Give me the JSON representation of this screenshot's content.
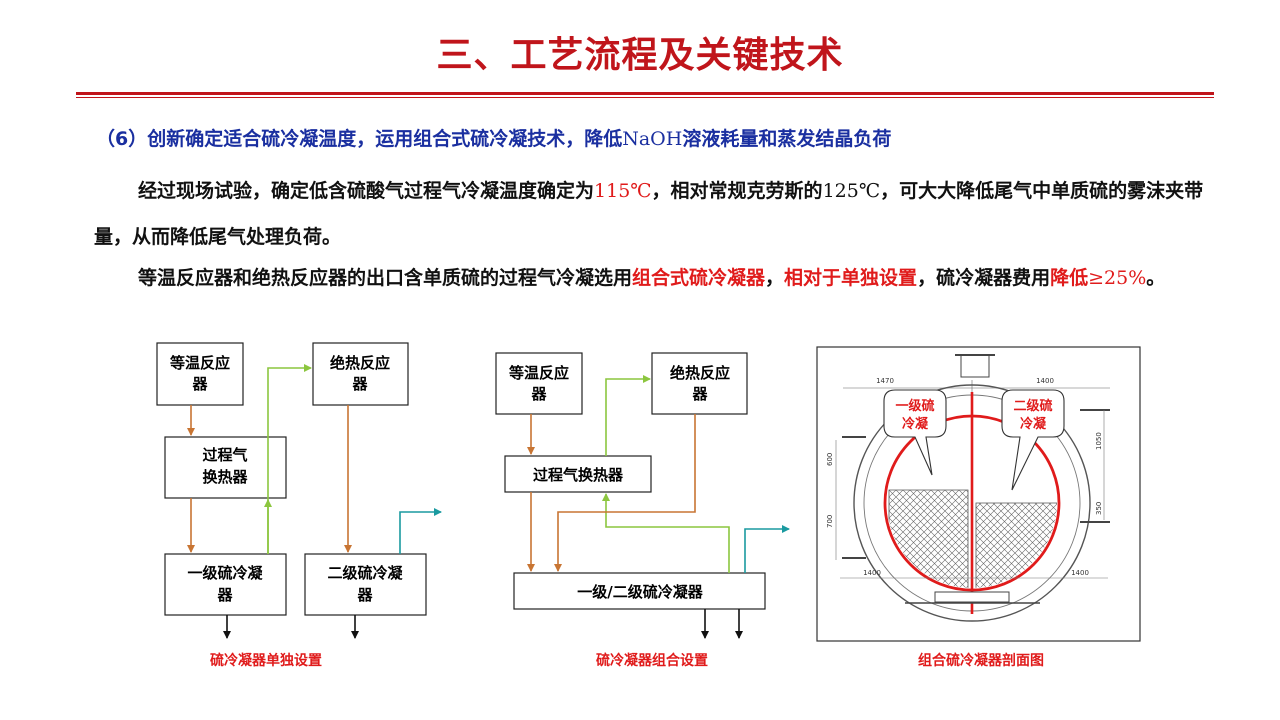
{
  "title": "三、工艺流程及关键技术",
  "subheading": {
    "prefix": "（6）创新确定适合硫冷凝温度，运用组合式硫冷凝技术，降低",
    "naoh": "NaOH",
    "suffix": "溶液耗量和蒸发结晶负荷"
  },
  "paragraph1": {
    "a": "经过现场试验，确定低含硫酸气过程气冷凝温度确定为",
    "temp1": "115℃",
    "b": "，相对常规克劳斯的",
    "temp2": "125℃",
    "c": "，可大大降低尾气中单质硫的雾沫夹带量，从而降低尾气处理负荷。"
  },
  "paragraph2": {
    "a": "等温反应器和绝热反应器的出口含单质硫的过程气冷凝选用",
    "hl1": "组合式硫冷凝器",
    "b": "，",
    "hl2": "相对于单独设置",
    "c": "，硫冷凝器费用",
    "hl3": "降低",
    "hl4": "≥25%",
    "d": "。"
  },
  "diagram1": {
    "isothermal_l1": "等温反应",
    "isothermal_l2": "器",
    "adiabatic_l1": "绝热反应",
    "adiabatic_l2": "器",
    "exchanger_l1": "过程气",
    "exchanger_l2": "换热器",
    "cond1_l1": "一级硫冷凝",
    "cond1_l2": "器",
    "cond2_l1": "二级硫冷凝",
    "cond2_l2": "器",
    "caption": "硫冷凝器单独设置"
  },
  "diagram2": {
    "isothermal_l1": "等温反应",
    "isothermal_l2": "器",
    "adiabatic_l1": "绝热反应",
    "adiabatic_l2": "器",
    "exchanger": "过程气换热器",
    "combined": "一级/二级硫冷凝器",
    "caption": "硫冷凝器组合设置"
  },
  "diagram3": {
    "callout1_l1": "一级硫",
    "callout1_l2": "冷凝",
    "callout2_l1": "二级硫",
    "callout2_l2": "冷凝",
    "dim_left": "1470",
    "dim_right": "1400",
    "dim_bl": "1400",
    "dim_br": "1400",
    "dim_v1": "600",
    "dim_v2": "700",
    "dim_v3": "1050",
    "dim_v4": "350",
    "caption": "组合硫冷凝器剖面图"
  },
  "colors": {
    "title_red": "#c0151b",
    "heading_blue": "#1a2fa0",
    "highlight_red": "#e01b1b",
    "arrow_brown": "#c87533",
    "arrow_green": "#8cc63f",
    "arrow_teal": "#1a9aa0"
  }
}
